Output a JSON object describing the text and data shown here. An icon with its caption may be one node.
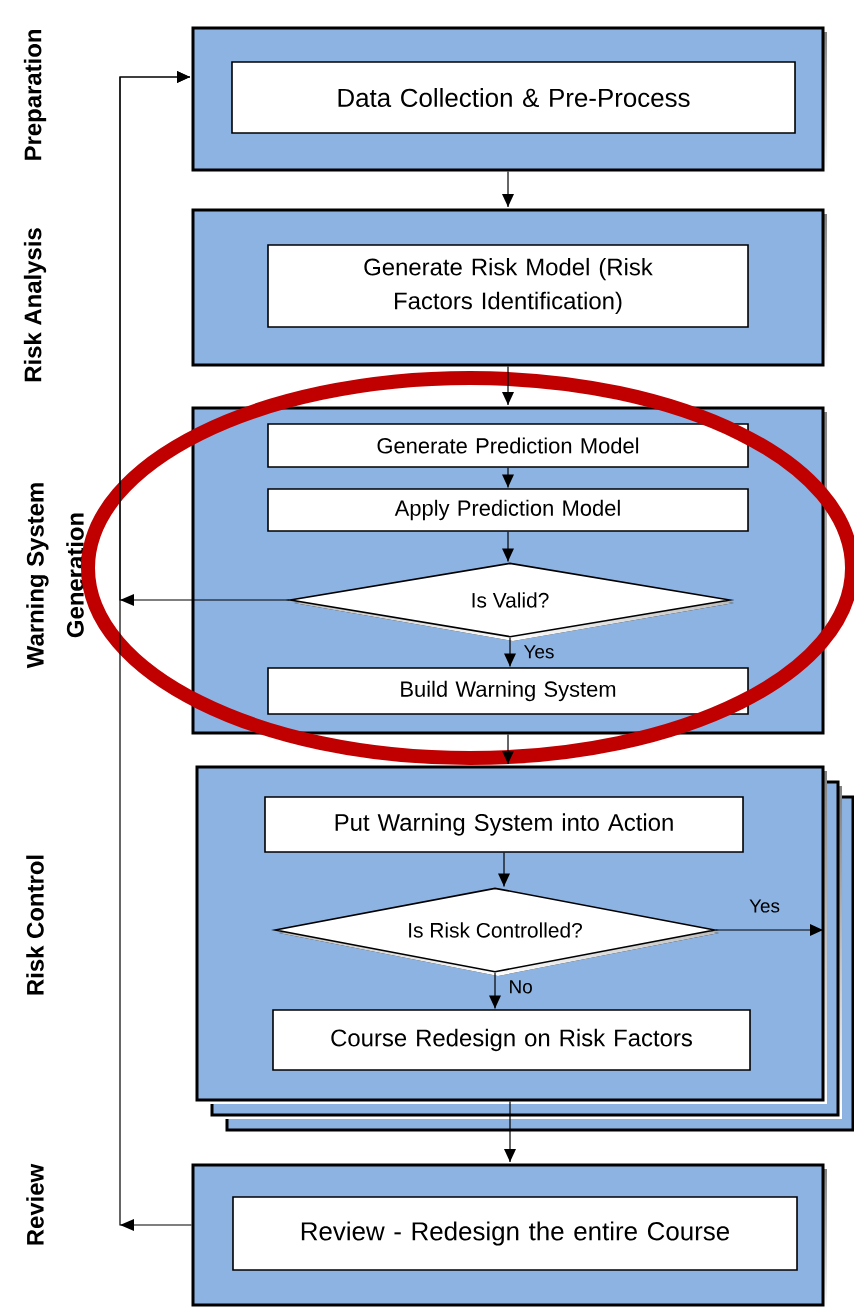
{
  "diagram": {
    "nodes": [
      {
        "text": [],
        "shape": "box"
      },
      {
        "text": [
          "Data Collection & Pre-Process"
        ],
        "in": 0
      },
      {
        "text": [],
        "shape": "box"
      },
      {
        "text": [
          "Generate Risk Model (Risk Factors Identification)"
        ],
        "in": 2
      },
      {
        "text": [],
        "shape": "box"
      },
      {
        "text": [
          "Generate Prediction Model"
        ],
        "in": 4
      },
      {
        "text": [
          "Apply Prediction Model"
        ],
        "in": 4
      },
      {
        "text": [
          "Is Valid?"
        ],
        "in": 4
      },
      {
        "text": [
          "Build Warning System"
        ],
        "in": 4
      },
      {
        "text": [],
        "shape": "box"
      },
      {
        "text": [
          "Put Warning System into Action"
        ],
        "in": 9
      },
      {
        "text": [
          "Is Risk Controlled?"
        ],
        "in": 9
      },
      {
        "text": [
          "Course Redesign on Risk Factors"
        ],
        "in": 9
      },
      {
        "text": [],
        "shape": "box"
      },
      {
        "text": [
          "Review - Redesign the entire Course"
        ],
        "in": 13
      }
    ],
    "edges": [
      {
        "from": 0,
        "to": 2,
        "arrow": "to"
      },
      {
        "from": 2,
        "to": 4,
        "arrow": "to"
      },
      {
        "from": 5,
        "to": 6,
        "arrow": "to"
      },
      {
        "from": 6,
        "to": 7,
        "arrow": "to"
      },
      {
        "from": 7,
        "to": 8,
        "arrow": "to",
        "label": "Yes"
      },
      {
        "from": 7,
        "to": 0,
        "arrow": "to"
      },
      {
        "from": 4,
        "to": 9,
        "arrow": "to"
      },
      {
        "from": 10,
        "to": 11,
        "arrow": "to"
      },
      {
        "from": 11,
        "to": 12,
        "arrow": "to",
        "label": "No"
      },
      {
        "from": 11,
        "to": 9,
        "arrow": "to",
        "label": "Yes"
      },
      {
        "from": 9,
        "to": 13,
        "arrow": "to"
      },
      {
        "from": 13,
        "to": 0,
        "arrow": "to"
      }
    ],
    "labels": [
      "Preparation",
      "Risk Analysis",
      "Warning System Generation",
      "Risk Control",
      "Review"
    ]
  }
}
